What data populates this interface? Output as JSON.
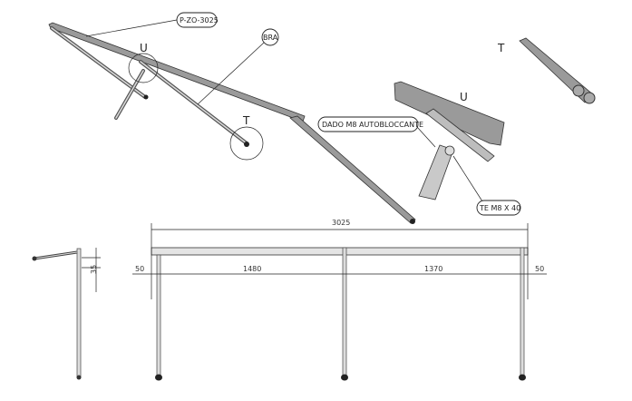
{
  "drawing": {
    "callouts": {
      "profile": "P-ZO-3025",
      "brace": "BRA",
      "nut": "DADO M8 AUTOBLOCCANTE",
      "bolt": "TE M8 X 40"
    },
    "detail_labels": {
      "u_iso": "U",
      "t_iso": "T",
      "u_detail": "U",
      "t_detail": "T"
    },
    "dimensions": {
      "total_length": "3025",
      "left_overhang": "50",
      "span_left": "1480",
      "span_right": "1370",
      "right_overhang": "50",
      "side_height": "35"
    },
    "colors": {
      "steel": "#9a9a9a",
      "line": "#222222"
    }
  }
}
